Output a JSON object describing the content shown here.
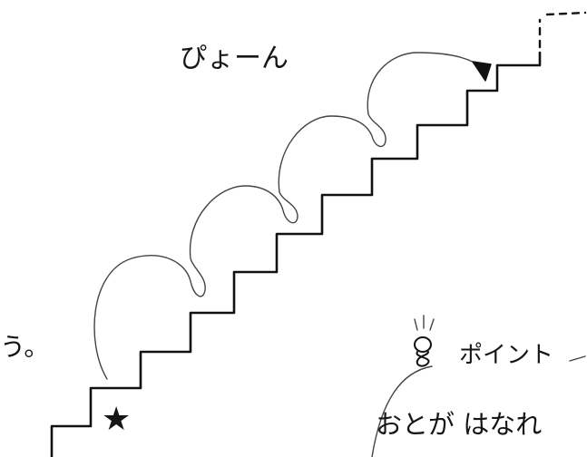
{
  "page": {
    "background": "#ffffff",
    "ink": "#111111",
    "pencil": "#444444"
  },
  "labels": {
    "jump_sound": "ぴょーん",
    "left_fragment": "う。",
    "point_title": "ポイント",
    "point_body": "おとが はなれ",
    "start_marker": "★"
  },
  "icons": {
    "lightbulb": "lightbulb-icon",
    "arrowhead": "arrowhead-icon",
    "start": "star-icon"
  }
}
